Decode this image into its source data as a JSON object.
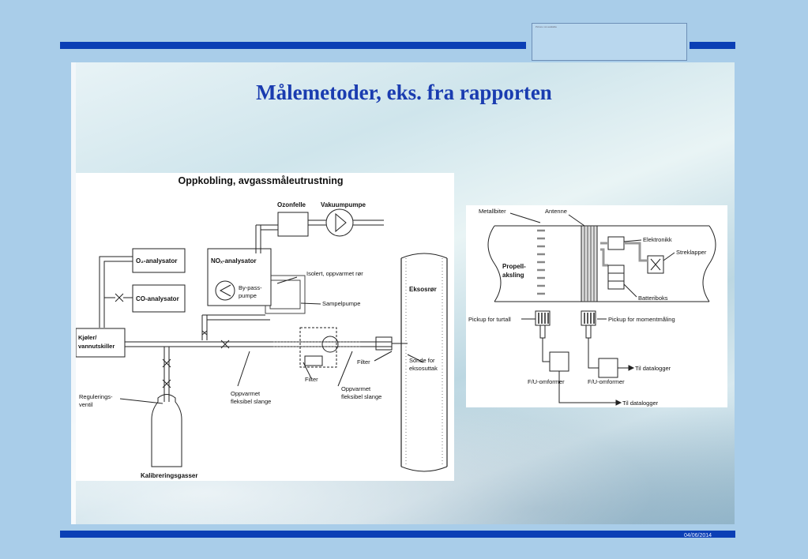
{
  "title": "Målemetoder, eks. fra rapporten",
  "date": "04/06/2014",
  "logo_text": "Picture not available",
  "diagram1": {
    "title": "Oppkobling, avgassmåleutrustning",
    "labels": {
      "ozonfelle": "Ozonfelle",
      "vakuumpumpe": "Vakuumpumpe",
      "o2": "O₂-analysator",
      "nox": "NOₓ-analysator",
      "co": "CO-analysator",
      "bypass1": "By-pass-",
      "bypass2": "pumpe",
      "isolert": "Isolert, oppvarmet rør",
      "eksosror": "Eksosrør",
      "sampelpumpe": "Sampelpumpe",
      "kjoler1": "Kjøler/",
      "kjoler2": "vannutskiller",
      "filter_a": "Filter",
      "filter_b": "Filter",
      "sonde1": "Sonde for",
      "sonde2": "eksosuttak",
      "regulering1": "Regulerings-",
      "regulering2": "ventil",
      "oppvarmet_a1": "Oppvarmet",
      "oppvarmet_a2": "fleksibel slange",
      "oppvarmet_b1": "Oppvarmet",
      "oppvarmet_b2": "fleksibel slange",
      "kalibrering": "Kalibreringsgasser"
    }
  },
  "diagram2": {
    "labels": {
      "metallbiter": "Metallbiter",
      "antenne": "Antenne",
      "elektronikk": "Elektronikk",
      "streklapper": "Streklapper",
      "propell1": "Propell-",
      "propell2": "aksling",
      "batteriboks": "Batteriboks",
      "pickup_turtall": "Pickup for turtall",
      "pickup_moment": "Pickup for momentmåling",
      "fu1": "F/U-omformer",
      "fu2": "F/U-omformer",
      "til_datalogger_1": "Til datalogger",
      "til_datalogger_2": "Til datalogger"
    }
  }
}
